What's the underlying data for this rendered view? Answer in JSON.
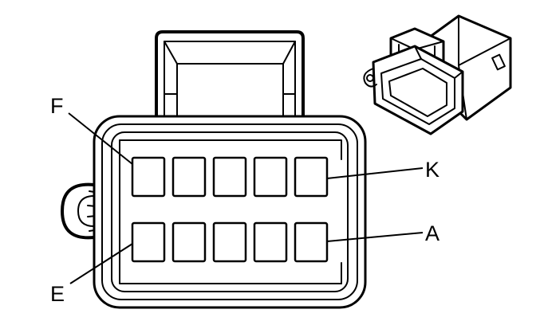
{
  "diagram": {
    "pin_labels": {
      "top_left": "F",
      "top_right": "K",
      "bottom_left": "E",
      "bottom_right": "A"
    },
    "cavity_rows": 2,
    "cavities_per_row": 5
  }
}
